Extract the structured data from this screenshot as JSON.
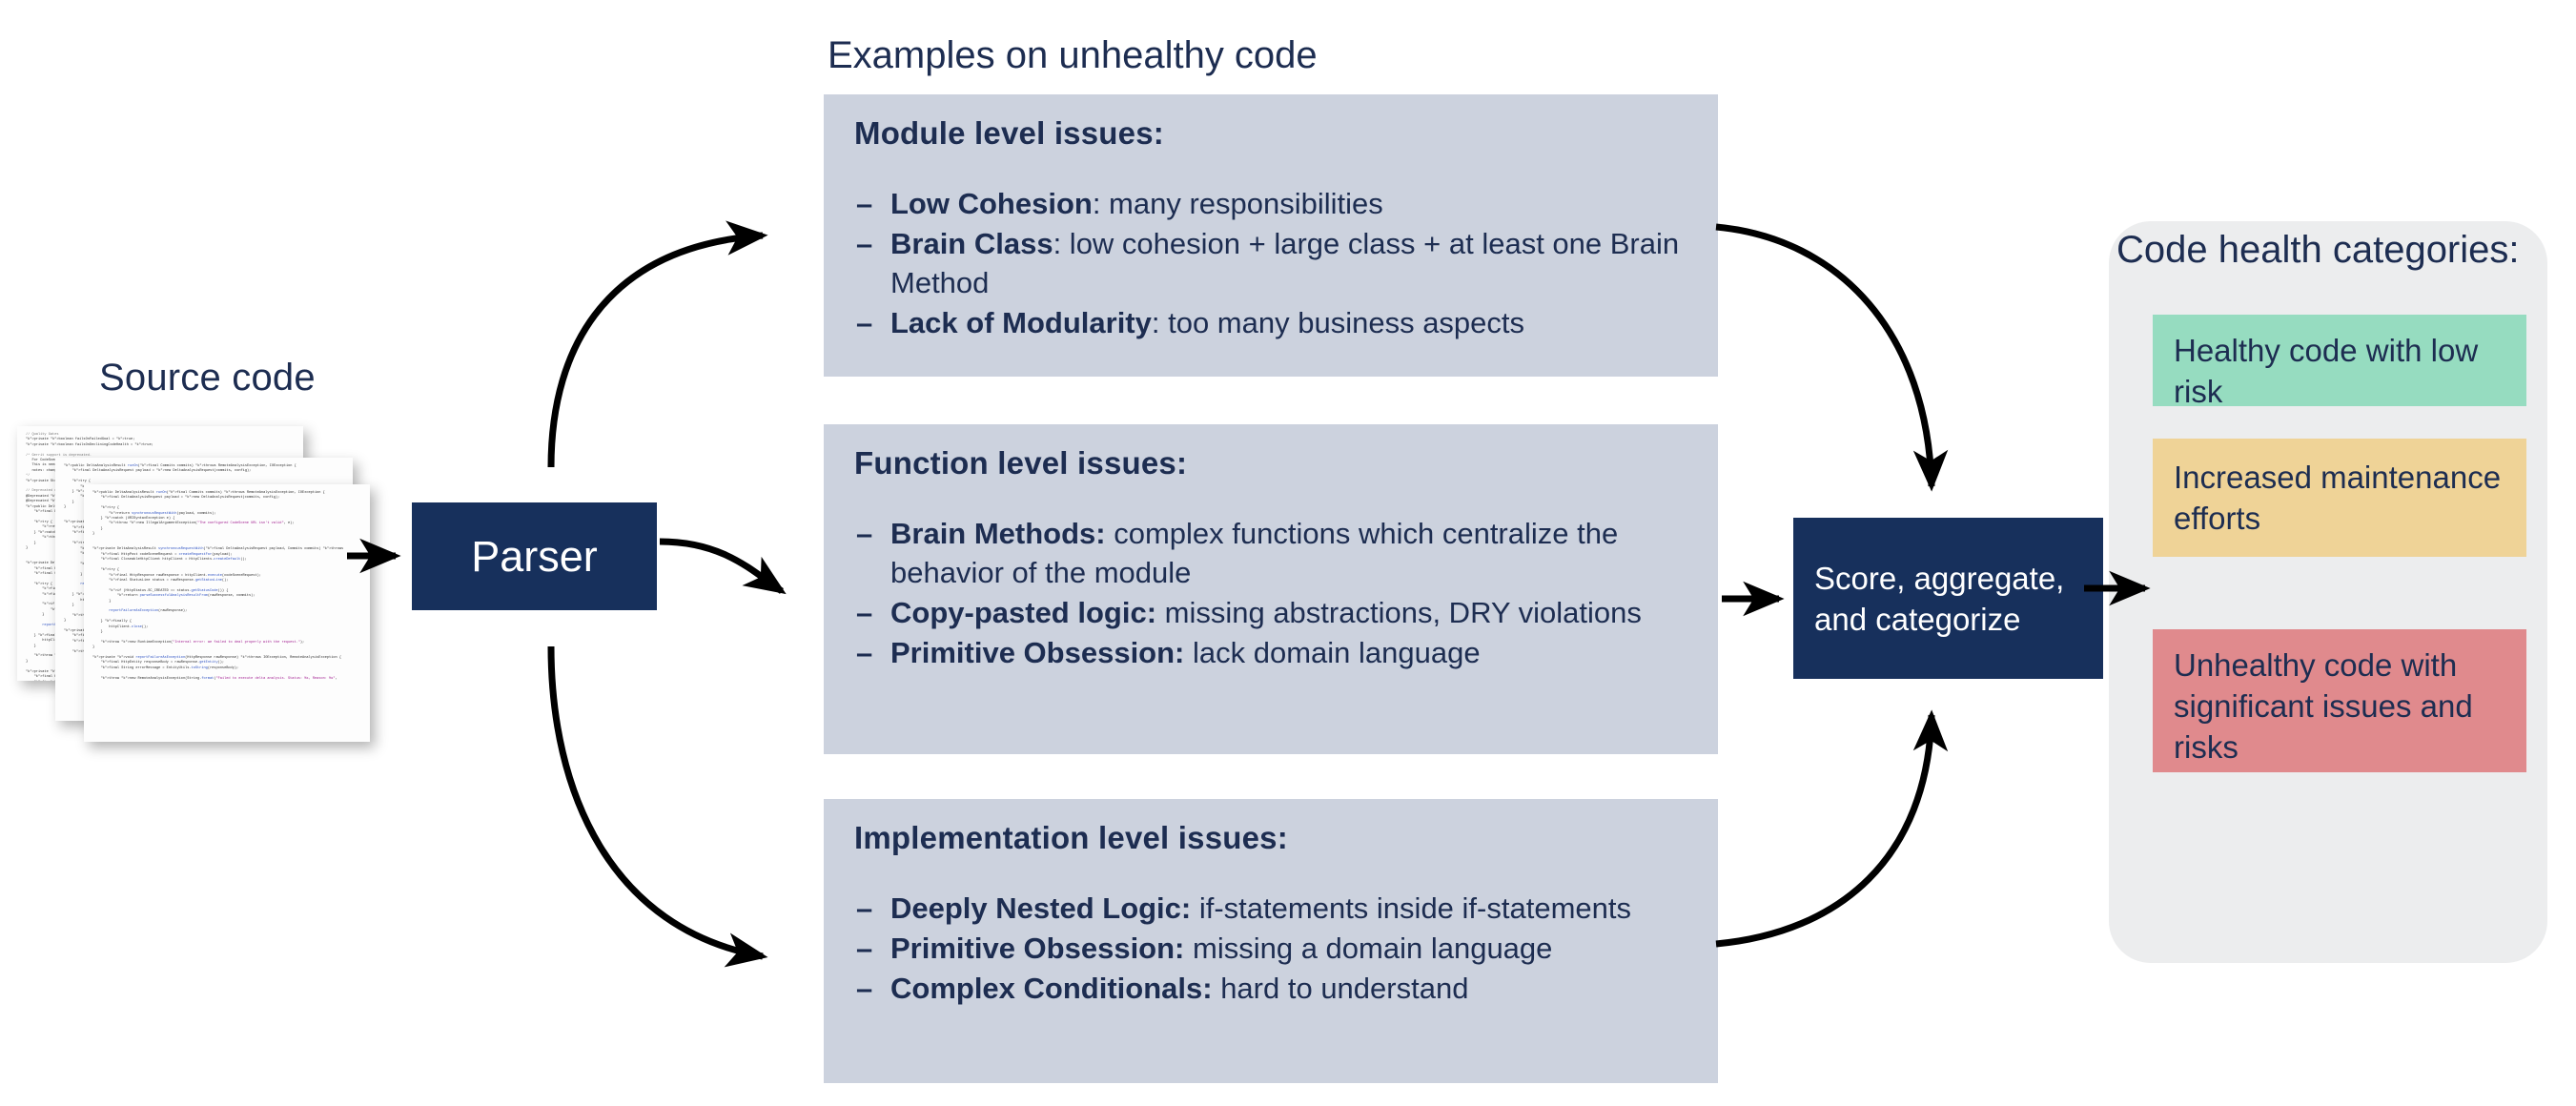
{
  "source": {
    "label": "Source code",
    "code_lines": [
      "// Quality Gates",
      "private boolean failsOnFailedGoal = true;",
      "private boolean failsOnDecliningCodeHealth = true;",
      "",
      "/* Gerrit support is deprecated.",
      "   For CodeScene 5.x use the REST API instead.",
      "   This is needed for backwards compatibility",
      "   notes: change_request_id is the review id",
      "*/",
      "private String url;",
      "",
      "// Deprecated options, kept for compatibility",
      "@Deprecated private String gerritUser;",
      "@Deprecated private String gerritPassword;"
    ],
    "code_lines_main": [
      "public DeltaAnalysisResult runOn(final Commits commits) throws RemoteAnalysisException, IOException {",
      "    final DeltaAnalysisRequest payload = new DeltaAnalysisRequest(commits, config);",
      "",
      "    try {",
      "        return synchronousRequestWith(payload, commits);",
      "    } catch (URISyntaxException e) {",
      "        throw new IllegalArgumentException(\"The configured CodeScene URL isn't valid\", e);",
      "    }",
      "}",
      "",
      "",
      "private DeltaAnalysisResult synchronousRequestWith(final DeltaAnalysisRequest payload, Commits commits) throws",
      "    final HttpPost codeSceneRequest = createRequestFor(payload);",
      "    final CloseableHttpClient httpClient = HttpClients.createDefault();",
      "",
      "    try {",
      "        final HttpResponse rawResponse = httpClient.execute(codeSceneRequest);",
      "        final StatusLine status = rawResponse.getStatusLine();",
      "",
      "        if (HttpStatus.SC_CREATED == status.getStatusCode()) {",
      "            return parseSuccessfulAnalysisResultFrom(rawResponse, commits);",
      "        }",
      "",
      "        reportFailureAsException(rawResponse);",
      "",
      "    } finally {",
      "        httpClient.close();",
      "    }",
      "",
      "    throw new RuntimeException(\"Internal error: we failed to deal properly with the request.\");",
      "}",
      "",
      "private void reportFailureAsException(HttpResponse rawResponse) throws IOException, RemoteAnalysisException {",
      "    final HttpEntity responseBody = rawResponse.getEntity();",
      "    final String errorMessage = EntityUtils.toString(responseBody);",
      "",
      "    throw new RemoteAnalysisException(String.format(\"Failed to execute delta analysis. Status: %s, Reason: %s\","
    ]
  },
  "parser": {
    "label": "Parser"
  },
  "examples": {
    "title": "Examples on unhealthy code",
    "boxes": [
      {
        "heading": "Module level issues:",
        "items": [
          {
            "term": "Low Cohesion",
            "sep": ": ",
            "desc": "many responsibilities"
          },
          {
            "term": "Brain Class",
            "sep": ": ",
            "desc": "low cohesion + large class + at least one Brain Method"
          },
          {
            "term": "Lack of Modularity",
            "sep": ": ",
            "desc": "too many business aspects"
          }
        ]
      },
      {
        "heading": "Function level issues:",
        "items": [
          {
            "term": "Brain Methods:",
            "sep": " ",
            "desc": "complex functions which centralize the behavior of the module"
          },
          {
            "term": "Copy-pasted logic:",
            "sep": " ",
            "desc": "missing abstractions, DRY violations"
          },
          {
            "term": "Primitive Obsession:",
            "sep": " ",
            "desc": "lack domain language"
          }
        ]
      },
      {
        "heading": "Implementation level issues:",
        "items": [
          {
            "term": "Deeply Nested Logic:",
            "sep": " ",
            "desc": "if-statements inside if-statements"
          },
          {
            "term": "Primitive Obsession:",
            "sep": " ",
            "desc": "missing a domain language"
          },
          {
            "term": "Complex Conditionals:",
            "sep": " ",
            "desc": "hard to understand"
          }
        ]
      }
    ],
    "bullet": "–"
  },
  "score": {
    "label": "Score, aggregate, and categorize"
  },
  "health": {
    "title": "Code health categories:",
    "categories": [
      {
        "label": "Healthy code with low risk",
        "color": "#96dcc0"
      },
      {
        "label": "Increased maintenance efforts",
        "color": "#efd397"
      },
      {
        "label": "Unhealthy code with significant issues and risks",
        "color": "#e08a8d"
      }
    ]
  },
  "colors": {
    "dark_navy": "#17305c",
    "text_navy": "#1d2d51",
    "issue_box_gray": "#ccd2de",
    "panel_gray": "#ecedee",
    "arrow_black": "#000000"
  }
}
